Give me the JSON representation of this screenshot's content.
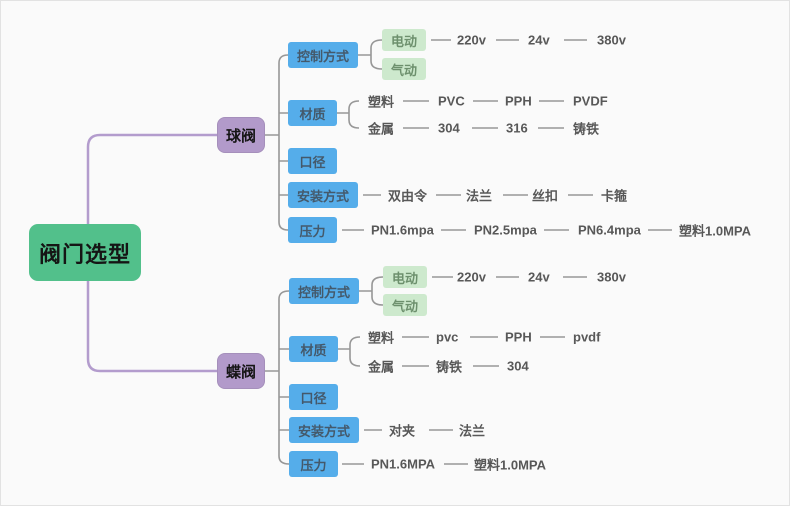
{
  "mindmap": {
    "root": "阀门选型",
    "ball": {
      "label": "球阀",
      "control": {
        "label": "控制方式",
        "electric": "电动",
        "pneumatic": "气动",
        "voltages": [
          "220v",
          "24v",
          "380v"
        ]
      },
      "material": {
        "label": "材质",
        "plastic": "塑料",
        "plastic_types": [
          "PVC",
          "PPH",
          "PVDF"
        ],
        "metal": "金属",
        "metal_types": [
          "304",
          "316",
          "铸铁"
        ]
      },
      "diameter": {
        "label": "口径"
      },
      "install": {
        "label": "安装方式",
        "types": [
          "双由令",
          "法兰",
          "丝扣",
          "卡箍"
        ]
      },
      "pressure": {
        "label": "压力",
        "types": [
          "PN1.6mpa",
          "PN2.5mpa",
          "PN6.4mpa",
          "塑料1.0MPA"
        ]
      }
    },
    "butterfly": {
      "label": "蝶阀",
      "control": {
        "label": "控制方式",
        "electric": "电动",
        "pneumatic": "气动",
        "voltages": [
          "220v",
          "24v",
          "380v"
        ]
      },
      "material": {
        "label": "材质",
        "plastic": "塑料",
        "plastic_types": [
          "pvc",
          "PPH",
          "pvdf"
        ],
        "metal": "金属",
        "metal_types": [
          "铸铁",
          "304"
        ]
      },
      "diameter": {
        "label": "口径"
      },
      "install": {
        "label": "安装方式",
        "types": [
          "对夹",
          "法兰"
        ]
      },
      "pressure": {
        "label": "压力",
        "types": [
          "PN1.6MPA",
          "塑料1.0MPA"
        ]
      }
    }
  },
  "colors": {
    "root_green": "#52c08b",
    "branch_purple": "#b29aca",
    "node_blue": "#55adea",
    "node_light_green": "#cde9cd",
    "connector_gray": "#979797",
    "connector_purple": "#b39ccd",
    "leaf_text": "#585858",
    "background": "#fafafa"
  }
}
